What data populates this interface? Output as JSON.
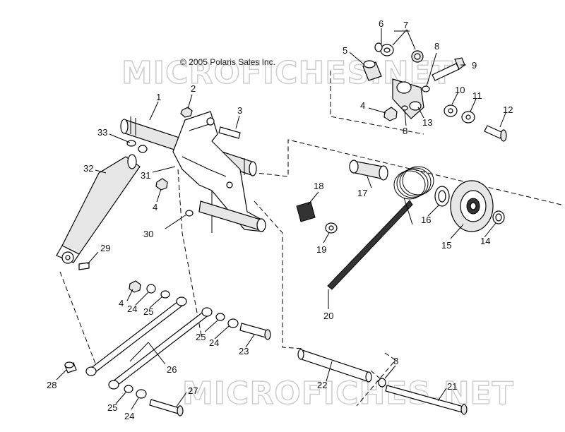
{
  "copyright": "© 2005 Polaris Sales Inc.",
  "watermark": "MICROFICHES.NET",
  "labels": {
    "l1": "1",
    "l2": "2",
    "l3": "3",
    "l4a": "4",
    "l4b": "4",
    "l4c": "4",
    "l5": "5",
    "l6": "6",
    "l7": "7",
    "l8a": "8",
    "l8b": "8",
    "l8c": "8",
    "l9": "9",
    "l10": "10",
    "l11": "11",
    "l12": "12",
    "l13": "13",
    "l14": "14",
    "l15": "15",
    "l16": "16",
    "l17": "17",
    "l18": "18",
    "l19": "19",
    "l20": "20",
    "l21": "21",
    "l22": "22",
    "l23": "23",
    "l24a": "24",
    "l24b": "24",
    "l24c": "24",
    "l25a": "25",
    "l25b": "25",
    "l25c": "25",
    "l26": "26",
    "l27": "27",
    "l28": "28",
    "l29": "29",
    "l30": "30",
    "l31": "31",
    "l32": "32",
    "l33": "33"
  }
}
